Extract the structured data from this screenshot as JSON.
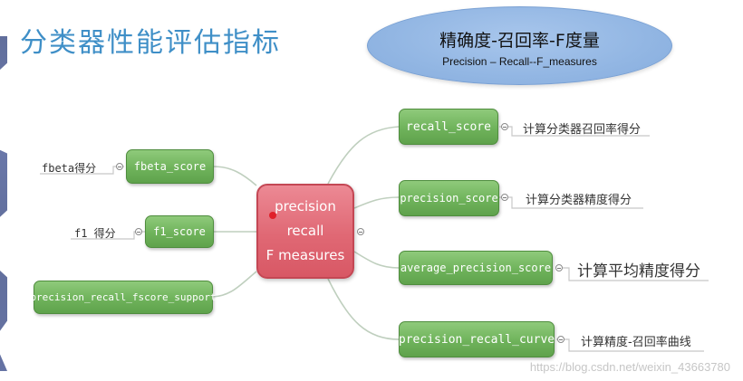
{
  "title": "分类器性能评估指标",
  "header": {
    "title": "精确度-召回率-F度量",
    "subtitle": "Precision – Recall--F_measures"
  },
  "center": {
    "line1": "precision",
    "line2": "recall",
    "line3": "F measures"
  },
  "right_nodes": [
    {
      "label": "recall_score",
      "desc": "计算分类器召回率得分"
    },
    {
      "label": "precision_score",
      "desc": "计算分类器精度得分"
    },
    {
      "label": "average_precision_score",
      "desc": "计算平均精度得分"
    },
    {
      "label": "precision_recall_curve",
      "desc": "计算精度-召回率曲线"
    }
  ],
  "left_nodes": [
    {
      "label": "fbeta_score",
      "desc": "fbeta得分"
    },
    {
      "label": "f1_score",
      "desc": "f1 得分"
    },
    {
      "label": "precision_recall_fscore_support",
      "desc": ""
    }
  ],
  "watermark": "https://blog.csdn.net/weixin_43663780",
  "colors": {
    "title": "#3f8fc7",
    "ellipse": "#92b6e3",
    "node_green": "#6fb35b",
    "node_center": "#e06874"
  }
}
